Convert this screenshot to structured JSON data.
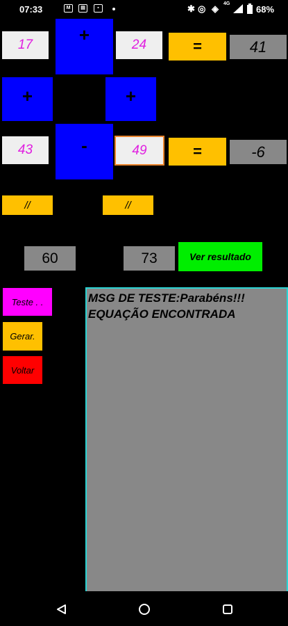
{
  "status_bar": {
    "time": "07:33",
    "net_label": "4G",
    "battery": "68%"
  },
  "row1": {
    "left_value": "17",
    "operator": "+",
    "right_value": "24",
    "equals": "=",
    "result": "41"
  },
  "row2": {
    "left_operator": "+",
    "right_operator": "+"
  },
  "row3": {
    "left_value": "43",
    "operator": "-",
    "right_value": "49",
    "equals": "=",
    "result": "-6"
  },
  "row4": {
    "left_label": "//",
    "right_label": "//"
  },
  "row5": {
    "left_sum": "60",
    "right_sum": "73",
    "check_button": "Ver resultado"
  },
  "side_buttons": {
    "test": "Teste . .",
    "generate": "Gerar.",
    "back": "Voltar"
  },
  "message": {
    "line1": "MSG DE TESTE:Parabéns!!!",
    "line2": "EQUAÇÃO ENCONTRADA"
  },
  "colors": {
    "blue": "#0000ff",
    "yellow": "#ffc000",
    "gray": "#888888",
    "green": "#00ee00",
    "magenta": "#ff00ff",
    "red": "#ff0000",
    "cyan_border": "#2ad4d4"
  }
}
